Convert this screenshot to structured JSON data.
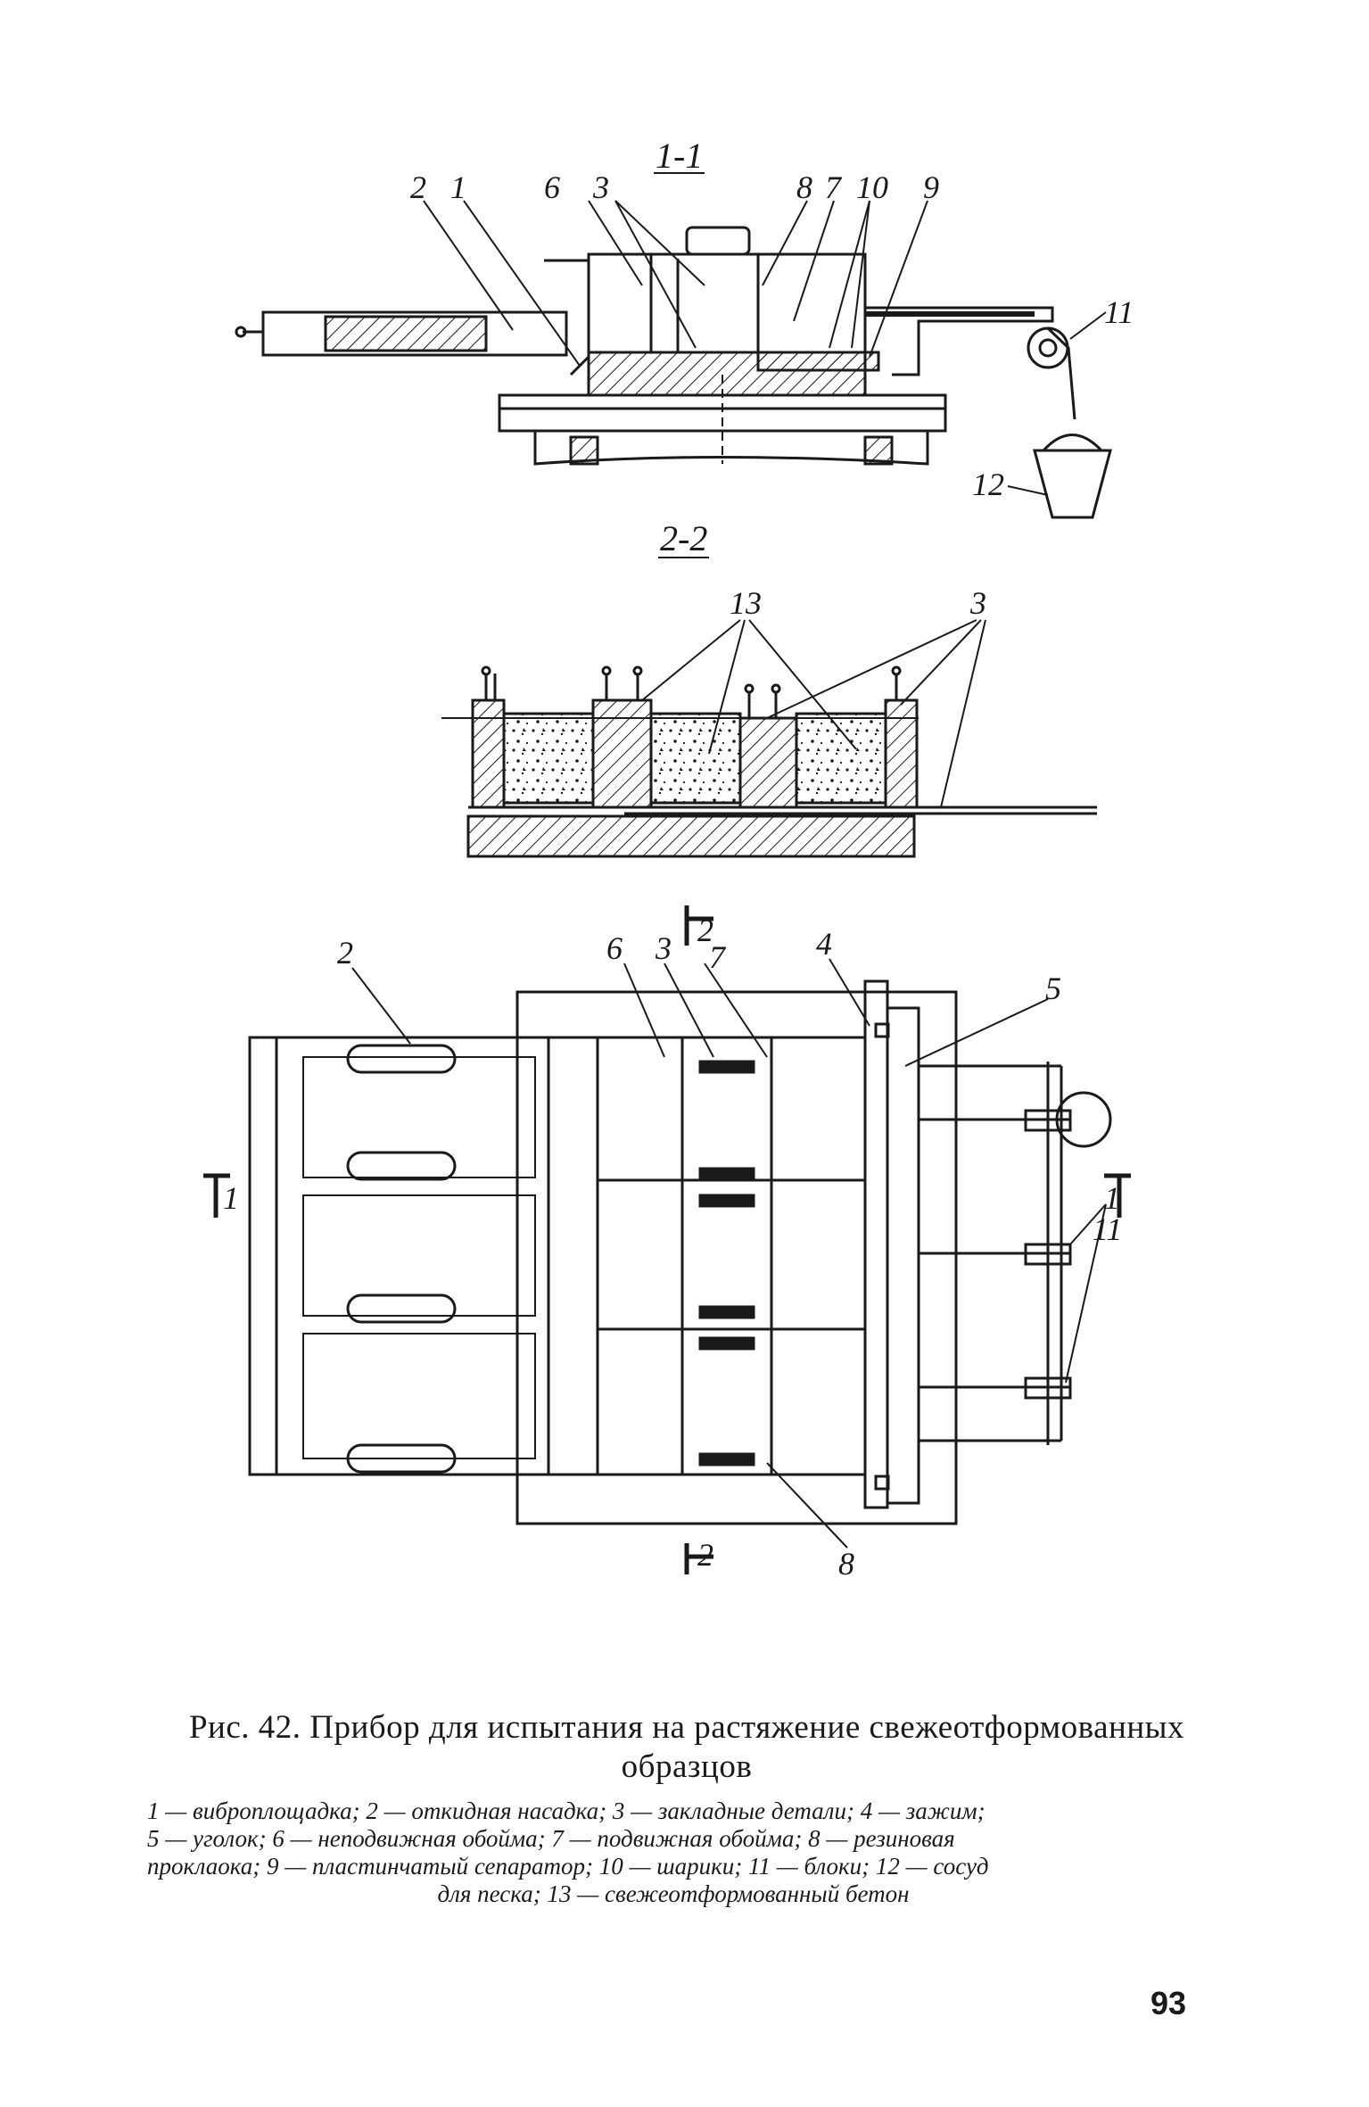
{
  "figure": {
    "section_labels": {
      "s11": "1-1",
      "s22": "2-2",
      "cut2_top": "2",
      "cut2_bottom": "2",
      "cut1_left": "1",
      "cut1_right": "1"
    },
    "callouts_view1": {
      "n2": "2",
      "n1": "1",
      "n6": "6",
      "n3": "3",
      "n8": "8",
      "n7": "7",
      "n10": "10",
      "n9": "9",
      "n11": "11",
      "n12": "12"
    },
    "callouts_view2": {
      "n13": "13",
      "n3": "3"
    },
    "callouts_plan": {
      "n2": "2",
      "n6": "6",
      "n3": "3",
      "n7": "7",
      "n4": "4",
      "n5": "5",
      "n11": "11",
      "n8": "8"
    }
  },
  "caption": {
    "title_line1": "Рис. 42. Прибор для испытания на растяжение свежеотформованных",
    "title_line2": "образцов",
    "legend_lines": [
      "1 — виброплощадка; 2 — откидная насадка; 3 — закладные детали; 4 — зажим;",
      "5 — уголок; 6 — неподвижная обойма; 7 — подвижная обойма; 8 — резиновая",
      "проклаока; 9 — пластинчатый сепаратор; 10 — шарики; 11 — блоки; 12 — сосуд",
      "для песка; 13 — свежеотформованный бетон"
    ]
  },
  "page_number": "93"
}
